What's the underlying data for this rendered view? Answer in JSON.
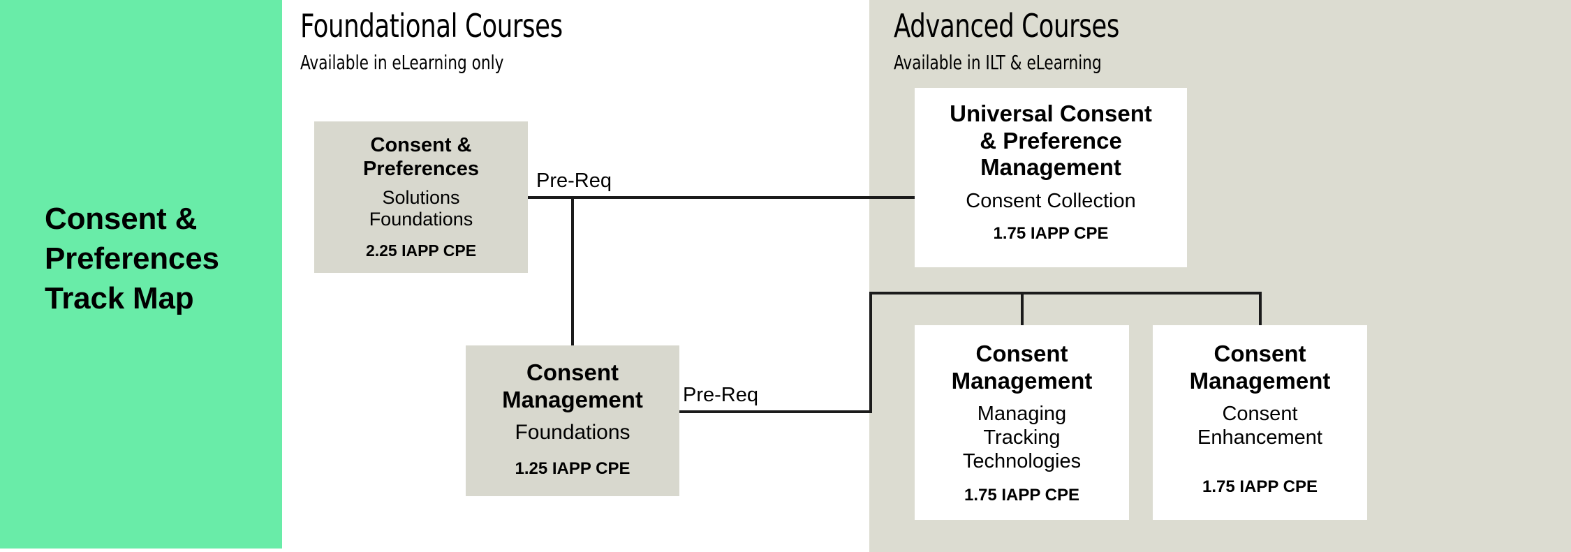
{
  "track": {
    "title": "Consent & Preferences Track Map",
    "panel_color": "#69eca8"
  },
  "columns": [
    {
      "id": "foundational",
      "title": "Foundational Courses",
      "subtitle": "Available in eLearning only",
      "background": "#ffffff"
    },
    {
      "id": "advanced",
      "title": "Advanced Courses",
      "subtitle": "Available in ILT & eLearning",
      "background": "#dcdcd1"
    }
  ],
  "courses": [
    {
      "id": "consent-preferences",
      "column": "foundational",
      "title": "Consent &\nPreferences",
      "title_line1": "Consent &",
      "title_line2": "Preferences",
      "subtitle_line1": "Solutions",
      "subtitle_line2": "Foundations",
      "cpe": "2.25 IAPP CPE",
      "card_color": "#d8d8ce"
    },
    {
      "id": "consent-management-foundations",
      "column": "foundational",
      "title_line1": "Consent",
      "title_line2": "Management",
      "subtitle_line1": "Foundations",
      "subtitle_line2": "",
      "cpe": "1.25 IAPP CPE",
      "card_color": "#d8d8ce"
    },
    {
      "id": "universal-consent",
      "column": "advanced",
      "title_line1": "Universal Consent",
      "title_line2": "& Preference",
      "title_line3": "Management",
      "subtitle_line1": "Consent Collection",
      "subtitle_line2": "",
      "cpe": "1.75 IAPP CPE",
      "card_color": "#ffffff"
    },
    {
      "id": "consent-management-tracking",
      "column": "advanced",
      "title_line1": "Consent",
      "title_line2": "Management",
      "subtitle_line1": "Managing",
      "subtitle_line2": "Tracking",
      "subtitle_line3": "Technologies",
      "cpe": "1.75 IAPP CPE",
      "card_color": "#ffffff"
    },
    {
      "id": "consent-management-enhancement",
      "column": "advanced",
      "title_line1": "Consent",
      "title_line2": "Management",
      "subtitle_line1": "Consent",
      "subtitle_line2": "Enhancement",
      "cpe": "1.75 IAPP CPE",
      "card_color": "#ffffff"
    }
  ],
  "edges": [
    {
      "id": "prereq-1",
      "label": "Pre-Req",
      "from": "consent-preferences",
      "to": "universal-consent"
    },
    {
      "id": "prereq-2",
      "label": "Pre-Req",
      "from": "consent-management-foundations",
      "to": "consent-management-tracking"
    }
  ],
  "connector_color": "#1b1b1b"
}
